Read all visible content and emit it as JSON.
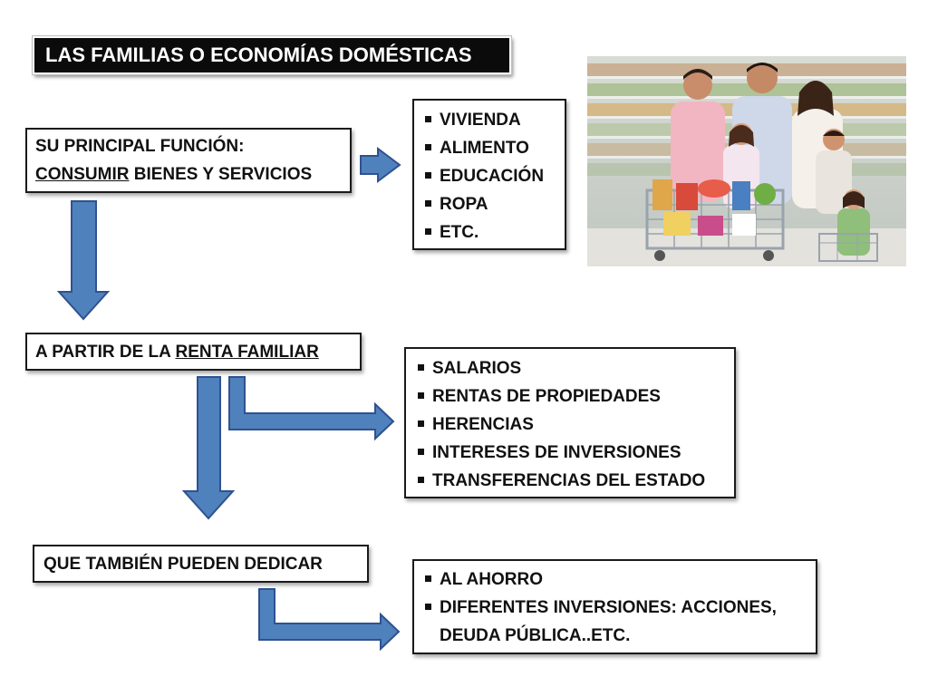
{
  "title": "LAS FAMILIAS O ECONOMÍAS DOMÉSTICAS",
  "function_box": {
    "line1": "SU PRINCIPAL FUNCIÓN:",
    "line2_underlined": "CONSUMIR",
    "line2_rest": " BIENES Y SERVICIOS"
  },
  "consumption_list": [
    "VIVIENDA",
    "ALIMENTO",
    "EDUCACIÓN",
    "ROPA",
    "ETC."
  ],
  "income_box": {
    "prefix": "A PARTIR DE LA ",
    "underlined": "RENTA FAMILIAR"
  },
  "income_list": [
    "SALARIOS",
    "RENTAS DE PROPIEDADES",
    "HERENCIAS",
    "INTERESES DE INVERSIONES",
    "TRANSFERENCIAS DEL ESTADO"
  ],
  "dedicate_box": {
    "label": "QUE TAMBIÉN PUEDEN DEDICAR"
  },
  "savings_list": {
    "item1": "AL AHORRO",
    "item2_line1": "DIFERENTES INVERSIONES: ACCIONES,",
    "item2_line2": "DEUDA PÚBLICA..ETC."
  },
  "colors": {
    "arrow_fill": "#4f81bd",
    "arrow_stroke": "#2f528f",
    "title_bg": "#0b0b0b"
  },
  "photo": {
    "subject": "family-shopping-supermarket"
  }
}
